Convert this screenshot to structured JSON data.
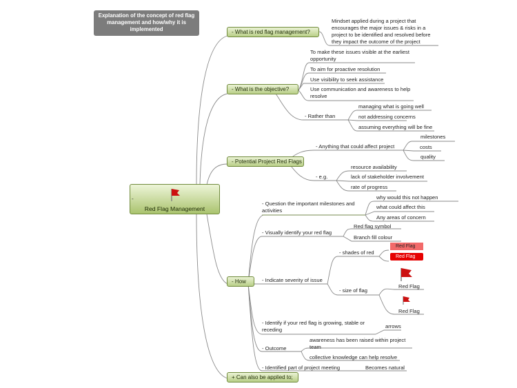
{
  "title_box": "Explanation of the concept of red flag management and how/why it is implemented",
  "root": {
    "label": "Red Flag Management",
    "toggle": "-"
  },
  "branches": {
    "b1": {
      "label": "What is red flag management?",
      "toggle": "-"
    },
    "b2": {
      "label": "What is the objective?",
      "toggle": "-"
    },
    "b3": {
      "label": "Potential Project Red Flags",
      "toggle": "-"
    },
    "b4": {
      "label": "How",
      "toggle": "-"
    },
    "b5": {
      "label": "Can also be applied to;",
      "toggle": "+"
    }
  },
  "nodes": {
    "mindset": "Mindset applied during a project that encourages the major issues & risks in a project to be identified and resolved before they impact the outcome of the project",
    "visible": "To make these issues visible at the earliest opportunity",
    "proactive": "To aim for proactive resolution",
    "visibility": "Use visibility to seek assistance",
    "communication": "Use communication and awareness to help resolve",
    "rather_than": "Rather than",
    "managing": "managing what is going well",
    "not_addressing": "not addressing concerns",
    "assuming": "assuming everything will be fine",
    "anything": "Anything that could affect project",
    "milestones": "milestones",
    "costs": "costs",
    "quality": "quality",
    "eg": "e.g.",
    "resource": "resource availability",
    "stakeholder": "lack of stakeholder involvement",
    "progress": "rate of progress",
    "question": "Question the important milestones and activities",
    "why": "why would this not happen",
    "what_affect": "what could affect this",
    "any_areas": "Any areas of concern",
    "visually": "Visually identify your red flag",
    "symbol": "Red flag symbol",
    "branch_fill": "Branch fill colour",
    "severity": "Indicate severity of issue",
    "shades": "shades of red",
    "red_flag_1": "Red Flag",
    "red_flag_2": "Red Flag",
    "size_flag": "size of flag",
    "red_flag_big": "Red Flag",
    "red_flag_small": "Red Flag",
    "identify": "Identify if your red flag is growing, stable or receding",
    "arrows": "arrows",
    "outcome": "Outcome",
    "awareness": "awareness has been raised within project team",
    "collective": "collective knowledge can help resolve",
    "identified": "Identified part of project meeting",
    "natural": "Becomes natural"
  },
  "colors": {
    "light_red": "#f26a6a",
    "bright_red": "#e60000",
    "branch_green": "#b9cf88",
    "title_gray": "#7c7c7c",
    "flag_red": "#cc1111"
  }
}
